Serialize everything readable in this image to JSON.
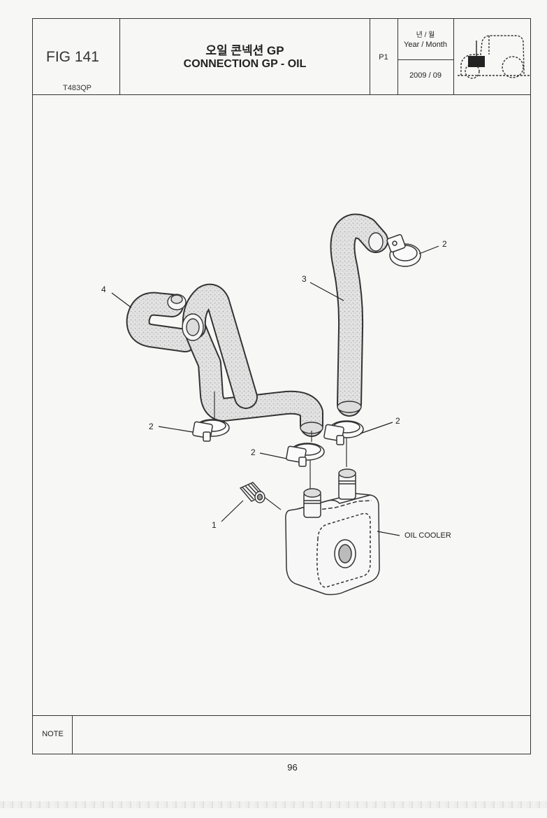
{
  "header": {
    "fig_number": "FIG 141",
    "drawing_code": "T483QP",
    "title_korean": "오일 콘넥션 GP",
    "title_english": "CONNECTION GP - OIL",
    "page_code": "P1",
    "year_month_korean": "년 / 월",
    "year_month_english": "Year / Month",
    "date_value": "2009  / 09",
    "thumbnail_icon": "tractor-icon"
  },
  "diagram": {
    "callouts": [
      {
        "label": "1",
        "name": "callout-1"
      },
      {
        "label": "2",
        "name": "callout-2-top"
      },
      {
        "label": "2",
        "name": "callout-2-left"
      },
      {
        "label": "2",
        "name": "callout-2-mid"
      },
      {
        "label": "2",
        "name": "callout-2-right"
      },
      {
        "label": "3",
        "name": "callout-3"
      },
      {
        "label": "4",
        "name": "callout-4"
      }
    ],
    "oil_cooler_label": "OIL COOLER"
  },
  "note": {
    "label": "NOTE"
  },
  "footer": {
    "page_number": "96"
  }
}
